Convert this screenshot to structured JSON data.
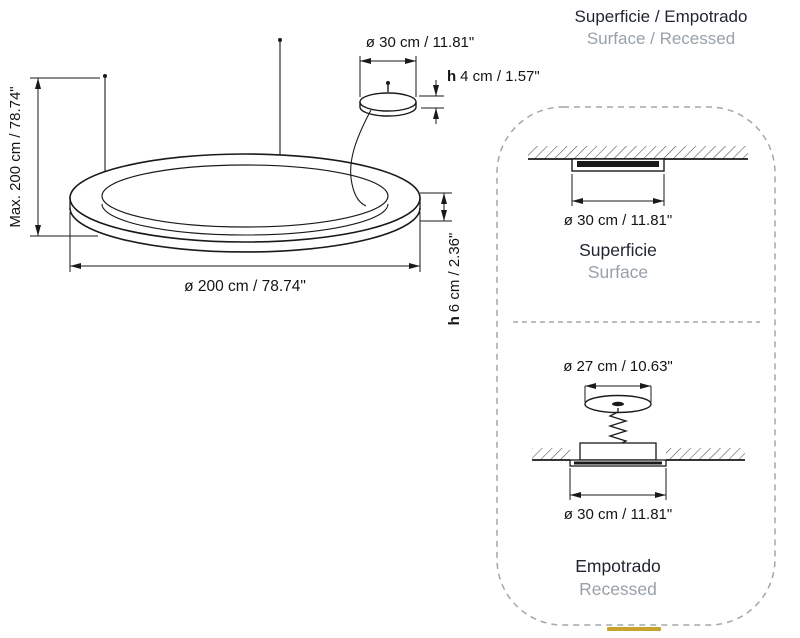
{
  "title": {
    "primary": "Superficie / Empotrado",
    "secondary": "Surface / Recessed"
  },
  "pendant": {
    "max_height": "Max. 200 cm / 78.74\"",
    "canopy_diameter": "ø 30 cm / 11.81\"",
    "canopy_height_h": "h",
    "canopy_height_value": "4 cm / 1.57\"",
    "ring_diameter": "ø 200 cm / 78.74\"",
    "ring_height_h": "h",
    "ring_height_value": "6 cm / 2.36\""
  },
  "mounting": {
    "surface": {
      "diameter": "ø 30 cm / 11.81\"",
      "label_es": "Superficie",
      "label_en": "Surface"
    },
    "recessed": {
      "hole_diameter": "ø 27 cm / 10.63\"",
      "trim_diameter": "ø 30 cm / 11.81\"",
      "label_es": "Empotrado",
      "label_en": "Recessed"
    }
  },
  "colors": {
    "secondary_text": "#98a1a8",
    "accent": "#c9a22b"
  }
}
